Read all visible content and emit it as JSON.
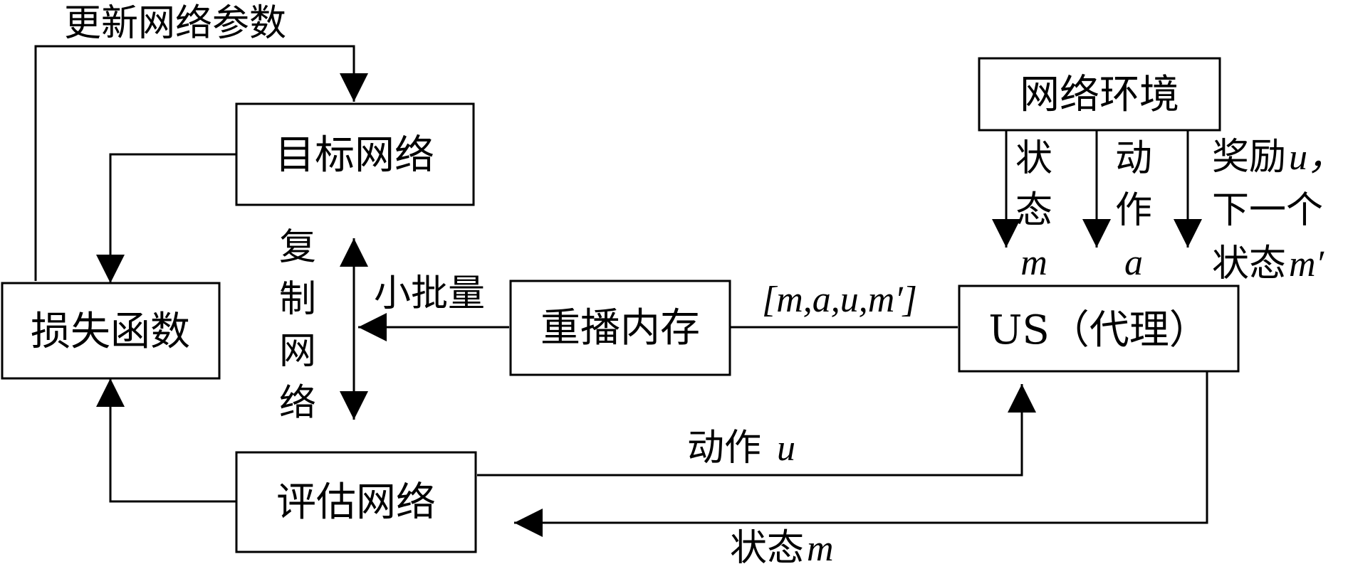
{
  "nodes": {
    "target_network": "目标网络",
    "loss_function": "损失函数",
    "eval_network": "评估网络",
    "replay_memory": "重播内存",
    "network_env": "网络环境",
    "agent": "US（代理）"
  },
  "edges": {
    "update_params": "更新网络参数",
    "copy_network": [
      "复",
      "制",
      "网",
      "络"
    ],
    "minibatch": "小批量",
    "tuple": "[m,a,u,m′]",
    "env_state": [
      "状",
      "态"
    ],
    "env_state_var": "m",
    "env_action": [
      "动",
      "作"
    ],
    "env_action_var": "a",
    "env_reward": "奖励",
    "env_reward_var": "u，",
    "env_next": "下一个",
    "env_next_state": "状态",
    "env_next_state_var": "m′",
    "action_u": "动作",
    "action_u_var": "u",
    "state_m": "状态",
    "state_m_var": "m"
  }
}
